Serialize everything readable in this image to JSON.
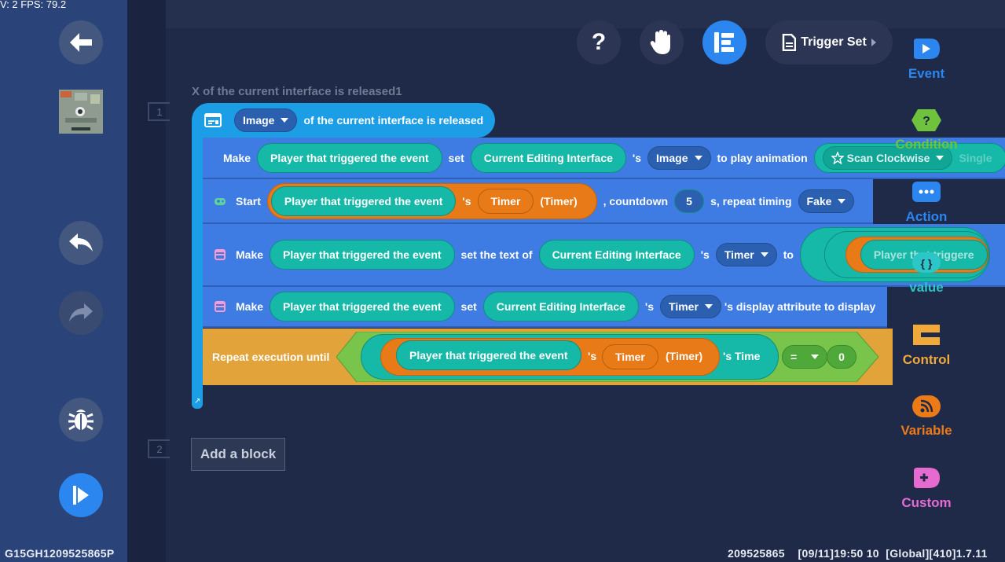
{
  "debug_text": "V: 2 FPS: 79.2",
  "device_id": "G15GH1209525865P",
  "status_bar": "209525865    [09/11]19:50 10  [Global][410]1.7.11",
  "toolbar": {
    "help_label": "?",
    "trigger_set_label": "Trigger Set"
  },
  "line_numbers": [
    "1",
    "2"
  ],
  "event_title": "X of the current interface is released1",
  "hat_block": {
    "dropdown": "Image",
    "text": "of the current interface is released"
  },
  "rows": {
    "r1": {
      "verb": "Make",
      "player": "Player that triggered the event",
      "set": "set",
      "interface": "Current Editing Interface",
      "poss": "'s",
      "dropdown": "Image",
      "text": "to play animation",
      "anim": "Scan Clockwise",
      "trail": "Single"
    },
    "r2": {
      "verb": "Start",
      "player": "Player that triggered the event",
      "poss": "'s",
      "timer": "Timer",
      "timer_type": "(Timer)",
      "text1": ", countdown",
      "count": "5",
      "text2": "s, repeat timing",
      "repeat": "Fake"
    },
    "r3": {
      "verb": "Make",
      "player": "Player that triggered the event",
      "text": "set the text of",
      "interface": "Current Editing Interface",
      "poss": "'s",
      "dropdown": "Timer",
      "to": "to",
      "partial": "Player that triggere"
    },
    "r4": {
      "verb": "Make",
      "player": "Player that triggered the event",
      "set": "set",
      "interface": "Current Editing Interface",
      "poss": "'s",
      "dropdown": "Timer",
      "text": "'s display attribute to display"
    },
    "r5": {
      "label": "Repeat execution until",
      "player": "Player that triggered the event",
      "poss": "'s",
      "timer": "Timer",
      "timer_type": "(Timer)",
      "time": "'s Time",
      "op": "=",
      "value": "0"
    }
  },
  "add_block_label": "Add a block",
  "palette": [
    {
      "label": "Event",
      "color": "#2b86ef",
      "icon": "event-icon"
    },
    {
      "label": "Condition",
      "color": "#6fc23b",
      "icon": "condition-icon"
    },
    {
      "label": "Action",
      "color": "#2b86ef",
      "icon": "action-icon"
    },
    {
      "label": "value",
      "color": "#2cc6c6",
      "icon": "value-icon"
    },
    {
      "label": "Control",
      "color": "#f0a93a",
      "icon": "control-icon"
    },
    {
      "label": "Variable",
      "color": "#ec7a17",
      "icon": "variable-icon"
    },
    {
      "label": "Custom",
      "color": "#e66bd0",
      "icon": "custom-icon"
    }
  ]
}
